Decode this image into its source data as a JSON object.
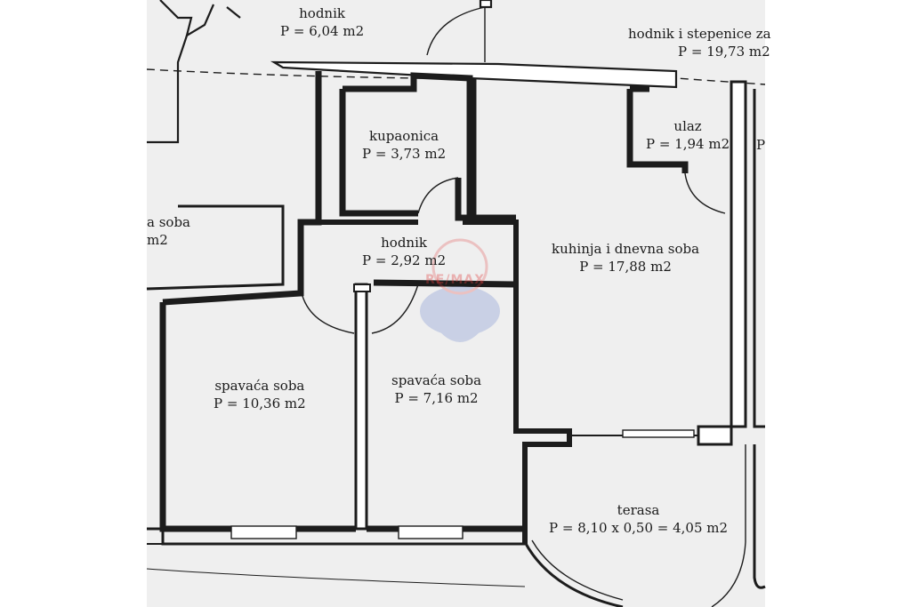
{
  "rooms": {
    "hodnik_top": {
      "name": "hodnik",
      "area": "P = 6,04 m2"
    },
    "hodnik_stairs": {
      "name": "hodnik i stepenice za",
      "area": "P = 19,73 m2"
    },
    "kupaonica": {
      "name": "kupaonica",
      "area": "P = 3,73 m2"
    },
    "ulaz": {
      "name": "ulaz",
      "area": "P = 1,94 m2"
    },
    "hodnik_mid": {
      "name": "hodnik",
      "area": "P = 2,92 m2"
    },
    "kuhinja": {
      "name": "kuhinja i dnevna soba",
      "area": "P = 17,88 m2"
    },
    "spavaca_1": {
      "name": "spavaća soba",
      "area": "P = 10,36  m2"
    },
    "spavaca_2": {
      "name": "spavaća soba",
      "area": "P = 7,16  m2"
    },
    "terasa": {
      "name": "terasa",
      "area": "P = 8,10 x 0,50 = 4,05 m2"
    },
    "left_cut": {
      "name": "a soba",
      "area": "m2"
    },
    "right_cut": {
      "name": "P"
    }
  },
  "watermark": {
    "text": "RE/MAX",
    "color": "#e03c3c"
  }
}
